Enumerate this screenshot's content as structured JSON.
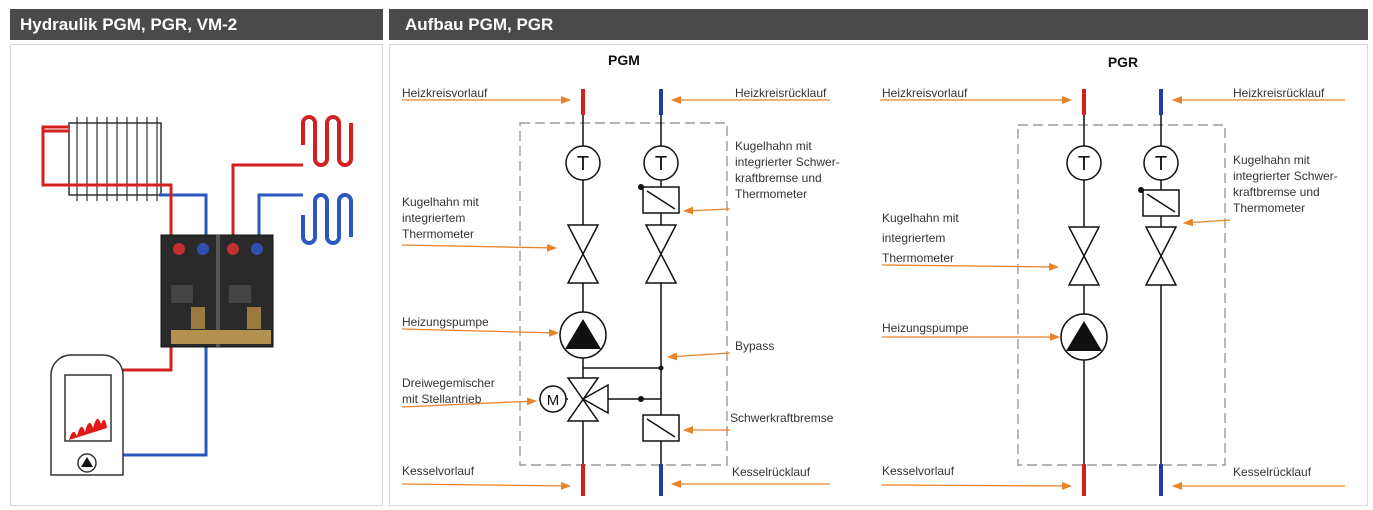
{
  "left_panel": {
    "title": "Hydraulik PGM, PGR, VM-2"
  },
  "right_panel": {
    "title": "Aufbau PGM, PGR"
  },
  "pgm": {
    "title": "PGM",
    "heizkreisvorlauf": "Heizkreisvorlauf",
    "heizkreisruecklauf": "Heizkreisrücklauf",
    "kugelhahn_schwer": [
      "Kugelhahn mit",
      "integrierter Schwer-",
      "kraftbremse und",
      "Thermometer"
    ],
    "kugelhahn_thermo": [
      "Kugelhahn mit",
      "integriertem",
      "Thermometer"
    ],
    "heizungspumpe": "Heizungspumpe",
    "bypass": "Bypass",
    "mischer": [
      "Dreiwegemischer",
      "mit Stellantrieb"
    ],
    "schwerkraftbremse": "Schwerkraftbremse",
    "kesselvorlauf": "Kesselvorlauf",
    "kesselruecklauf": "Kesselrücklauf",
    "thermo_symbol": "T",
    "motor_symbol": "M"
  },
  "pgr": {
    "title": "PGR",
    "heizkreisvorlauf": "Heizkreisvorlauf",
    "heizkreisruecklauf": "Heizkreisrücklauf",
    "kugelhahn_schwer": [
      "Kugelhahn mit",
      "integrierter Schwer-",
      "kraftbremse und",
      "Thermometer"
    ],
    "kugelhahn_thermo": [
      "Kugelhahn mit",
      "integriertem",
      "Thermometer"
    ],
    "heizungspumpe": "Heizungspumpe",
    "kesselvorlauf": "Kesselvorlauf",
    "kesselruecklauf": "Kesselrücklauf",
    "thermo_symbol": "T"
  },
  "colors": {
    "header_bg": "#4a4a4a",
    "supply": "#d42020",
    "return": "#1f3ca0",
    "arrow": "#e8832a",
    "pipe_hot": "#d42020",
    "pipe_cold": "#2a58c0"
  }
}
